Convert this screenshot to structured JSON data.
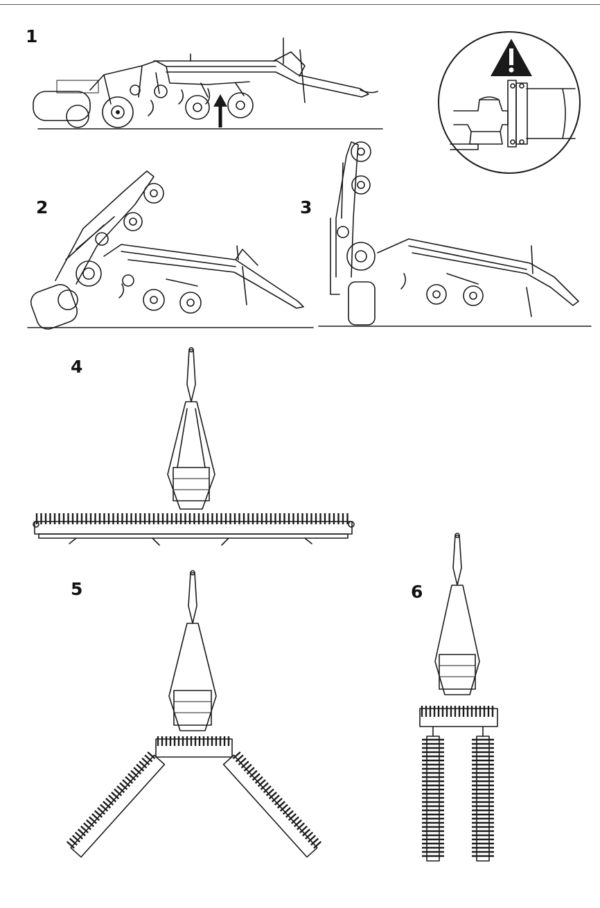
{
  "figure": {
    "steps": [
      {
        "number": "1",
        "view": "side",
        "state": "transport-raised",
        "note_icon": "up-arrow-icon"
      },
      {
        "number": "2",
        "view": "side",
        "state": "wings-tilting"
      },
      {
        "number": "3",
        "view": "side",
        "state": "wings-vertical"
      },
      {
        "number": "4",
        "view": "top",
        "state": "wings-unfolded"
      },
      {
        "number": "5",
        "view": "top",
        "state": "wings-half-folded"
      },
      {
        "number": "6",
        "view": "top",
        "state": "wings-folded"
      }
    ],
    "warning": {
      "icon": "warning-triangle-icon",
      "detail": "hitch-flange-detail"
    }
  }
}
